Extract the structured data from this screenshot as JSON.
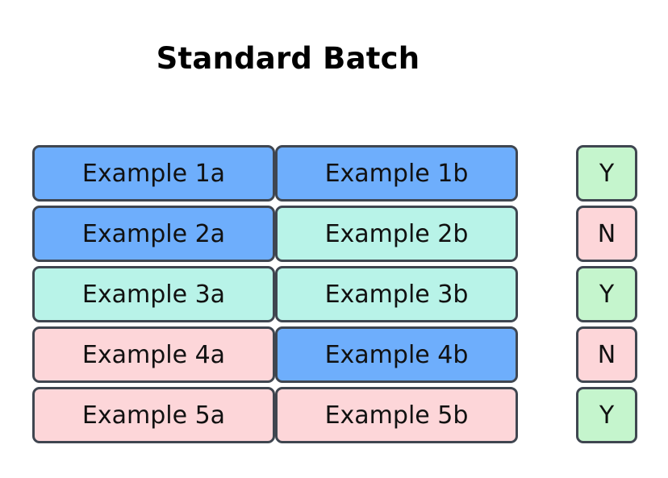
{
  "title": "Standard Batch",
  "colors": {
    "blue": "#6eaefc",
    "teal": "#b8f3e8",
    "pink": "#fdd6d9",
    "green": "#c5f5cd",
    "border": "#3f4650"
  },
  "rows": [
    {
      "a": {
        "label": "Example 1a",
        "color": "blue"
      },
      "b": {
        "label": "Example 1b",
        "color": "blue"
      },
      "result": {
        "label": "Y",
        "color": "green"
      }
    },
    {
      "a": {
        "label": "Example 2a",
        "color": "blue"
      },
      "b": {
        "label": "Example 2b",
        "color": "teal"
      },
      "result": {
        "label": "N",
        "color": "pink"
      }
    },
    {
      "a": {
        "label": "Example 3a",
        "color": "teal"
      },
      "b": {
        "label": "Example 3b",
        "color": "teal"
      },
      "result": {
        "label": "Y",
        "color": "green"
      }
    },
    {
      "a": {
        "label": "Example 4a",
        "color": "pink"
      },
      "b": {
        "label": "Example 4b",
        "color": "blue"
      },
      "result": {
        "label": "N",
        "color": "pink"
      }
    },
    {
      "a": {
        "label": "Example 5a",
        "color": "pink"
      },
      "b": {
        "label": "Example 5b",
        "color": "pink"
      },
      "result": {
        "label": "Y",
        "color": "green"
      }
    }
  ]
}
